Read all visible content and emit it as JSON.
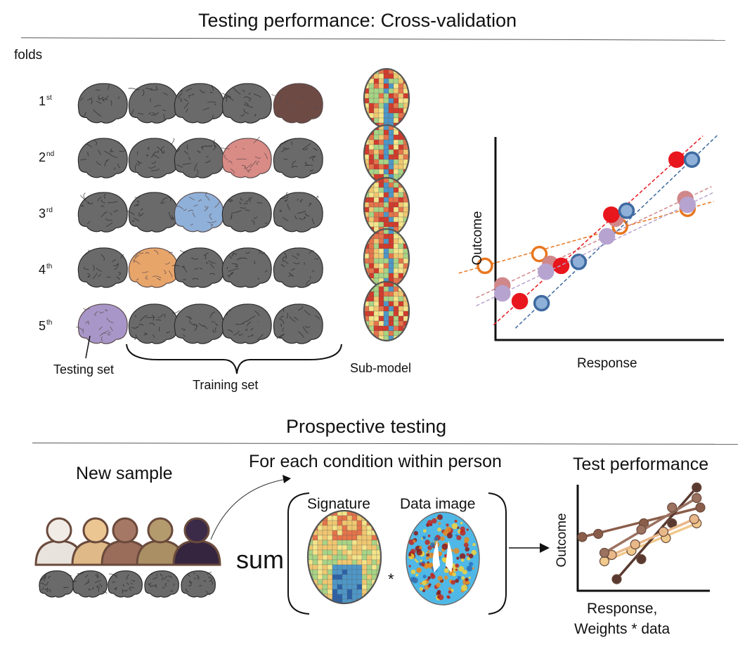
{
  "cv": {
    "title": "Testing performance: Cross-validation",
    "folds_label": "folds",
    "folds": [
      {
        "num": "1",
        "sup": "st",
        "test_index": 4,
        "test_color": "#6e4a45"
      },
      {
        "num": "2",
        "sup": "nd",
        "test_index": 3,
        "test_color": "#d98b86"
      },
      {
        "num": "3",
        "sup": "rd",
        "test_index": 2,
        "test_color": "#8fb0d8"
      },
      {
        "num": "4",
        "sup": "th",
        "test_index": 1,
        "test_color": "#e8a56a"
      },
      {
        "num": "5",
        "sup": "th",
        "test_index": 0,
        "test_color": "#a996c8"
      }
    ],
    "testing_set_label": "Testing set",
    "training_set_label": "Training set",
    "submodel_label": "Sub-model",
    "plot": {
      "ylabel": "Outcome",
      "xlabel": "Response",
      "series": [
        {
          "color": "#e8771f",
          "fill": "#ffffff",
          "points": [
            [
              0.0,
              0.32
            ],
            [
              0.25,
              0.38
            ],
            [
              0.62,
              0.52
            ],
            [
              0.93,
              0.61
            ]
          ]
        },
        {
          "color": "#d0878a",
          "fill": "#d0878a",
          "points": [
            [
              0.08,
              0.22
            ],
            [
              0.3,
              0.33
            ],
            [
              0.6,
              0.56
            ],
            [
              0.92,
              0.66
            ]
          ]
        },
        {
          "color": "#e8161d",
          "fill": "#e8161d",
          "points": [
            [
              0.16,
              0.14
            ],
            [
              0.35,
              0.32
            ],
            [
              0.58,
              0.58
            ],
            [
              0.88,
              0.86
            ]
          ]
        },
        {
          "color": "#3e6aa0",
          "fill": "#8fb0d8",
          "points": [
            [
              0.26,
              0.13
            ],
            [
              0.43,
              0.34
            ],
            [
              0.65,
              0.6
            ],
            [
              0.95,
              0.86
            ]
          ]
        },
        {
          "color": "#b7a3cf",
          "fill": "#b7a3cf",
          "points": [
            [
              0.08,
              0.18
            ],
            [
              0.28,
              0.29
            ],
            [
              0.56,
              0.47
            ],
            [
              0.93,
              0.63
            ]
          ]
        }
      ]
    }
  },
  "prospective": {
    "title": "Prospective testing",
    "new_sample_label": "New sample",
    "condition_label": "For each condition within person",
    "sum_label": "sum",
    "signature_label": "Signature",
    "data_image_label": "Data image",
    "multiply_symbol": "*",
    "test_performance_label": "Test performance",
    "plot_ylabel": "Outcome",
    "plot_xlabel_line1": "Response,",
    "plot_xlabel_line2": "Weights * data",
    "people": [
      {
        "head": "#f1ece6",
        "body": "#e8e3dd"
      },
      {
        "head": "#ebc693",
        "body": "#dfba88"
      },
      {
        "head": "#a57865",
        "body": "#9a6d5a"
      },
      {
        "head": "#b49b6e",
        "body": "#a98f63"
      },
      {
        "head": "#3b2a48",
        "body": "#36253f"
      }
    ],
    "test_series": [
      {
        "color": "#8a5d4a",
        "points": [
          [
            0.02,
            0.45
          ],
          [
            0.15,
            0.48
          ],
          [
            0.52,
            0.58
          ],
          [
            0.98,
            0.73
          ]
        ]
      },
      {
        "color": "#f0c98c",
        "points": [
          [
            0.2,
            0.22
          ],
          [
            0.42,
            0.32
          ],
          [
            0.7,
            0.44
          ],
          [
            0.95,
            0.58
          ]
        ]
      },
      {
        "color": "#5a3a30",
        "points": [
          [
            0.3,
            0.05
          ],
          [
            0.5,
            0.24
          ],
          [
            0.75,
            0.58
          ],
          [
            0.95,
            0.92
          ]
        ]
      },
      {
        "color": "#e8b889",
        "points": [
          [
            0.26,
            0.28
          ],
          [
            0.45,
            0.38
          ],
          [
            0.68,
            0.5
          ],
          [
            0.93,
            0.62
          ]
        ]
      },
      {
        "color": "#9b7160",
        "points": [
          [
            0.2,
            0.3
          ],
          [
            0.5,
            0.52
          ],
          [
            0.75,
            0.73
          ],
          [
            0.95,
            0.82
          ]
        ]
      }
    ]
  }
}
